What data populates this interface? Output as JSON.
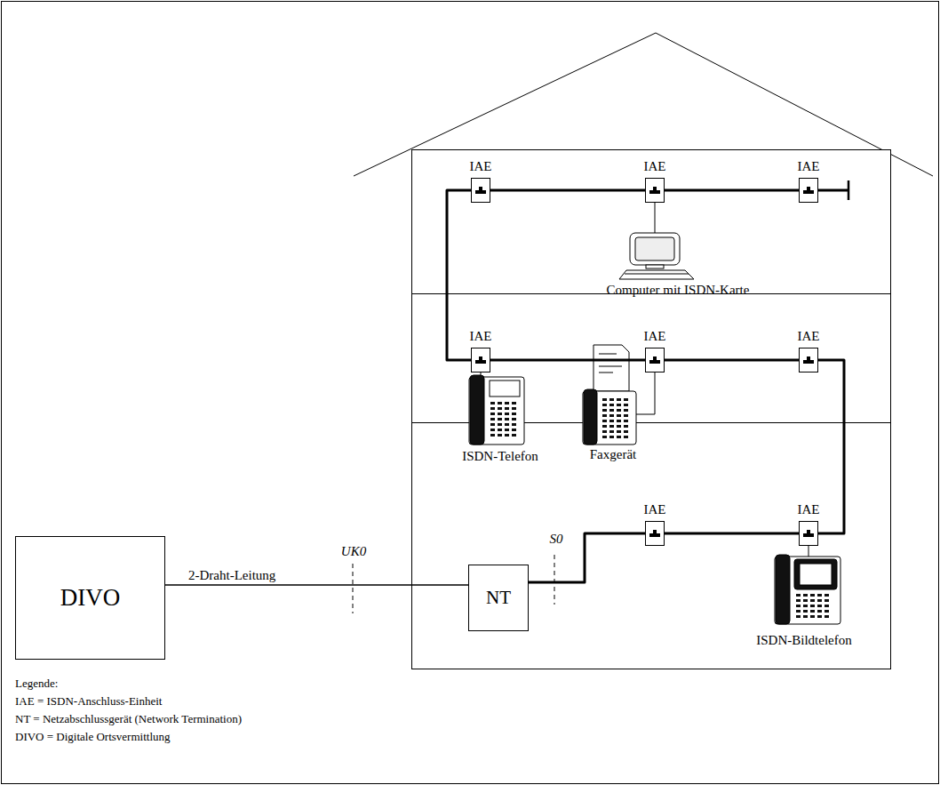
{
  "diagram": {
    "nodes": [
      {
        "text": [
          "IAE"
        ]
      },
      {
        "text": [
          "IAE"
        ]
      },
      {
        "text": [
          "IAE"
        ]
      },
      {
        "text": [
          "IAE"
        ]
      },
      {
        "text": [
          "IAE"
        ]
      },
      {
        "text": [
          "IAE"
        ]
      },
      {
        "text": [
          "DIVO"
        ]
      },
      {
        "text": [
          "NT"
        ]
      },
      {
        "text": [
          "IAE"
        ]
      },
      {
        "text": [
          "IAE"
        ]
      }
    ],
    "edges": [
      {
        "from": 6,
        "to": 7,
        "arrow": "none",
        "label": "2-Draht-Leitung"
      },
      {
        "from": 7,
        "to": 8,
        "arrow": "none"
      },
      {
        "from": 8,
        "to": 9,
        "arrow": "none"
      },
      {
        "from": 9,
        "to": 5,
        "arrow": "none"
      },
      {
        "from": 5,
        "to": 4,
        "arrow": "none"
      },
      {
        "from": 4,
        "to": 3,
        "arrow": "none"
      },
      {
        "from": 3,
        "to": 0,
        "arrow": "none"
      },
      {
        "from": 0,
        "to": 1,
        "arrow": "none"
      },
      {
        "from": 1,
        "to": 2,
        "arrow": "none"
      }
    ],
    "labels": [
      "UK0",
      "S0",
      "Computer mit ISDN-Karte",
      "ISDN-Telefon",
      "Faxgerät",
      "ISDN-Bildtelefon",
      "Legende:"
    ],
    "legend": [
      {
        "text": "IAE = ISDN-Anschluss-Einheit"
      },
      {
        "text": "NT = Netzabschlussgerät (Network Termination)"
      },
      {
        "text": "DIVO = Digitale Ortsvermittlung"
      }
    ]
  }
}
